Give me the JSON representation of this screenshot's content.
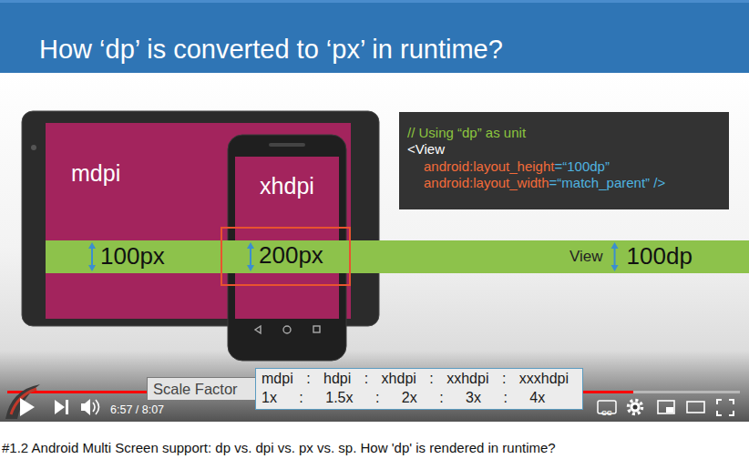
{
  "diagram": {
    "title": "How ‘dp’ is converted to ‘px’ in runtime?",
    "caption": "#1.2 Android Multi Screen support: dp vs. dpi vs. px vs. sp. How 'dp' is rendered in runtime?",
    "nodes": [
      {
        "text": [
          "mdpi"
        ]
      },
      {
        "text": [
          "xhdpi"
        ]
      },
      {
        "text": [
          "// Using “dp” as unit",
          "<View",
          "android:layout_height=“100dp”",
          "android:layout_width=“match_parent” />"
        ]
      },
      {
        "text": [
          "100px",
          "View",
          "100dp"
        ]
      },
      {
        "text": [
          "200px"
        ]
      },
      {
        "text": [
          "Scale Factor"
        ]
      },
      {
        "text": [
          "mdpi : hdpi : xhdpi : xxhdpi : xxxhdpi",
          "1x : 1.5x : 2x : 3x : 4x"
        ]
      }
    ],
    "labels": [
      "6:57 / 8:07",
      "CC"
    ]
  }
}
